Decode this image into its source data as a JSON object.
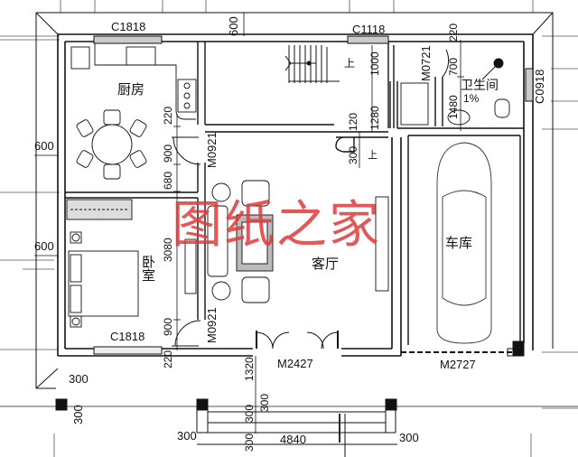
{
  "drawing": {
    "type": "architectural-floor-plan",
    "watermark": "图纸之家",
    "watermark_color": "#e03a3a",
    "line_color": "#111111"
  },
  "rooms": {
    "kitchen": "厨房",
    "bedroom": "卧室",
    "living_room": "客厅",
    "garage": "车库",
    "bathroom": "卫生间",
    "stairs_up": "上",
    "stairs_up_2": "上",
    "floor_slope": "1%"
  },
  "windows": {
    "kitchen_top": "C1818",
    "stair_top": "C1118",
    "bath_right": "C0918",
    "bedroom_bottom": "C1818"
  },
  "doors": {
    "kitchen_door": "M0921",
    "bedroom_door": "M0921",
    "bath_door": "M0721",
    "entrance": "M2427",
    "garage": "M2727"
  },
  "dimensions": {
    "top_overhang": "600",
    "left_upper": "600",
    "left_lower": "600",
    "kitchen_220": "220",
    "kitchen_900": "900",
    "kitchen_680": "680",
    "bedroom_3080": "3080",
    "bedroom_900": "900",
    "bottom_220": "220",
    "stair_1000": "1000",
    "stair_1280": "1280",
    "stair_120": "120",
    "stair_300": "300",
    "bath_220": "220",
    "bath_700": "700",
    "bath_1480": "1480",
    "porch_1320": "1320",
    "porch_300a": "300",
    "porch_300b": "300",
    "porch_300c": "300",
    "col_300_h": "300",
    "col_300_v": "300",
    "bottom_left_300": "300",
    "bottom_width": "4840",
    "bottom_right_300": "300"
  }
}
